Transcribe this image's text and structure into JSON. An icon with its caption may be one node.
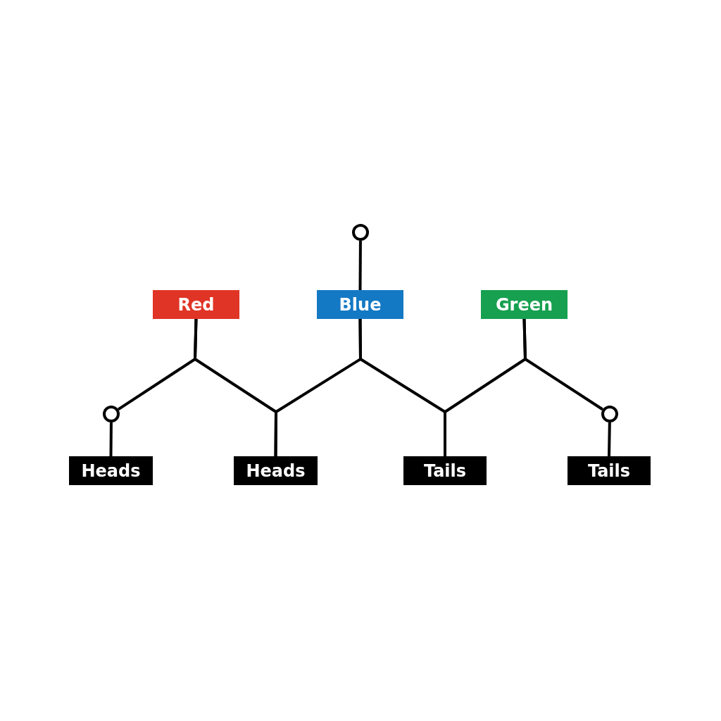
{
  "diagram": {
    "nodes": [
      {
        "text": [],
        "shape": "circle"
      },
      {
        "text": [
          "Red"
        ]
      },
      {
        "text": [
          "Blue"
        ]
      },
      {
        "text": [
          "Green"
        ]
      },
      {
        "text": [],
        "shape": "circle"
      },
      {
        "text": [],
        "shape": "circle"
      },
      {
        "text": [
          "Heads"
        ]
      },
      {
        "text": [
          "Heads"
        ]
      },
      {
        "text": [
          "Tails"
        ]
      },
      {
        "text": [
          "Tails"
        ]
      }
    ],
    "edges": [
      {
        "from": 2,
        "to": 0,
        "arrow": "none"
      },
      {
        "from": 1,
        "to": 4,
        "arrow": "none"
      },
      {
        "from": 1,
        "to": 7,
        "arrow": "none"
      },
      {
        "from": 2,
        "to": 7,
        "arrow": "none"
      },
      {
        "from": 2,
        "to": 8,
        "arrow": "none"
      },
      {
        "from": 3,
        "to": 8,
        "arrow": "none"
      },
      {
        "from": 3,
        "to": 5,
        "arrow": "none"
      },
      {
        "from": 4,
        "to": 6,
        "arrow": "none"
      },
      {
        "from": 5,
        "to": 9,
        "arrow": "none"
      }
    ]
  }
}
